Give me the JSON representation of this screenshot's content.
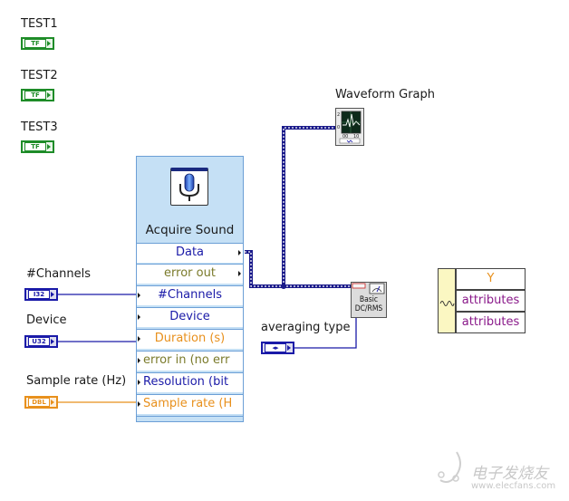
{
  "diagram": {
    "title": "LabVIEW block diagram — Acquire Sound",
    "boolean_controls": [
      {
        "label": "TEST1",
        "type_text": "TF"
      },
      {
        "label": "TEST2",
        "type_text": "TF"
      },
      {
        "label": "TEST3",
        "type_text": "TF"
      }
    ],
    "numeric_controls": [
      {
        "label": "#Channels",
        "type_text": "I32"
      },
      {
        "label": "Device",
        "type_text": "U32"
      },
      {
        "label": "Sample rate (Hz)",
        "type_text": "DBL"
      }
    ],
    "express_vi": {
      "title": "Acquire Sound",
      "icon": "microphone-icon",
      "rows": [
        {
          "label": "Data",
          "direction": "output",
          "color": "#1a1aa8"
        },
        {
          "label": "error out",
          "direction": "output",
          "color": "#7a7a2a"
        },
        {
          "label": "#Channels",
          "direction": "input",
          "color": "#1a1aa8"
        },
        {
          "label": "Device",
          "direction": "input",
          "color": "#1a1aa8"
        },
        {
          "label": "Duration (s)",
          "direction": "input",
          "color": "#e8901c"
        },
        {
          "label": "error in (no err",
          "direction": "input",
          "color": "#7a7a2a"
        },
        {
          "label": "Resolution (bit",
          "direction": "input",
          "color": "#1a1aa8"
        },
        {
          "label": "Sample rate (H",
          "direction": "input",
          "color": "#e8901c"
        }
      ]
    },
    "waveform_graph": {
      "label": "Waveform Graph",
      "icon": "waveform-graph-icon"
    },
    "dc_rms": {
      "line1": "Basic",
      "line2": "DC/RMS",
      "icon": "meter-icon"
    },
    "averaging_type": {
      "label": "averaging type",
      "type_text": "◂▸"
    },
    "unbundle": {
      "icon": "waveform-icon",
      "rows": [
        {
          "label": "Y",
          "color": "#e8901c"
        },
        {
          "label": "attributes",
          "color": "#8a1a8a"
        },
        {
          "label": "attributes",
          "color": "#8a1a8a"
        }
      ]
    },
    "colors": {
      "boolean": "#1e8c28",
      "integer": "#1a1aa8",
      "double": "#e8901c",
      "express_bg": "#c5e0f5",
      "wire_waveform": "#1a1a8a"
    }
  },
  "watermark": {
    "text": "电子发烧友",
    "url": "www.elecfans.com"
  }
}
